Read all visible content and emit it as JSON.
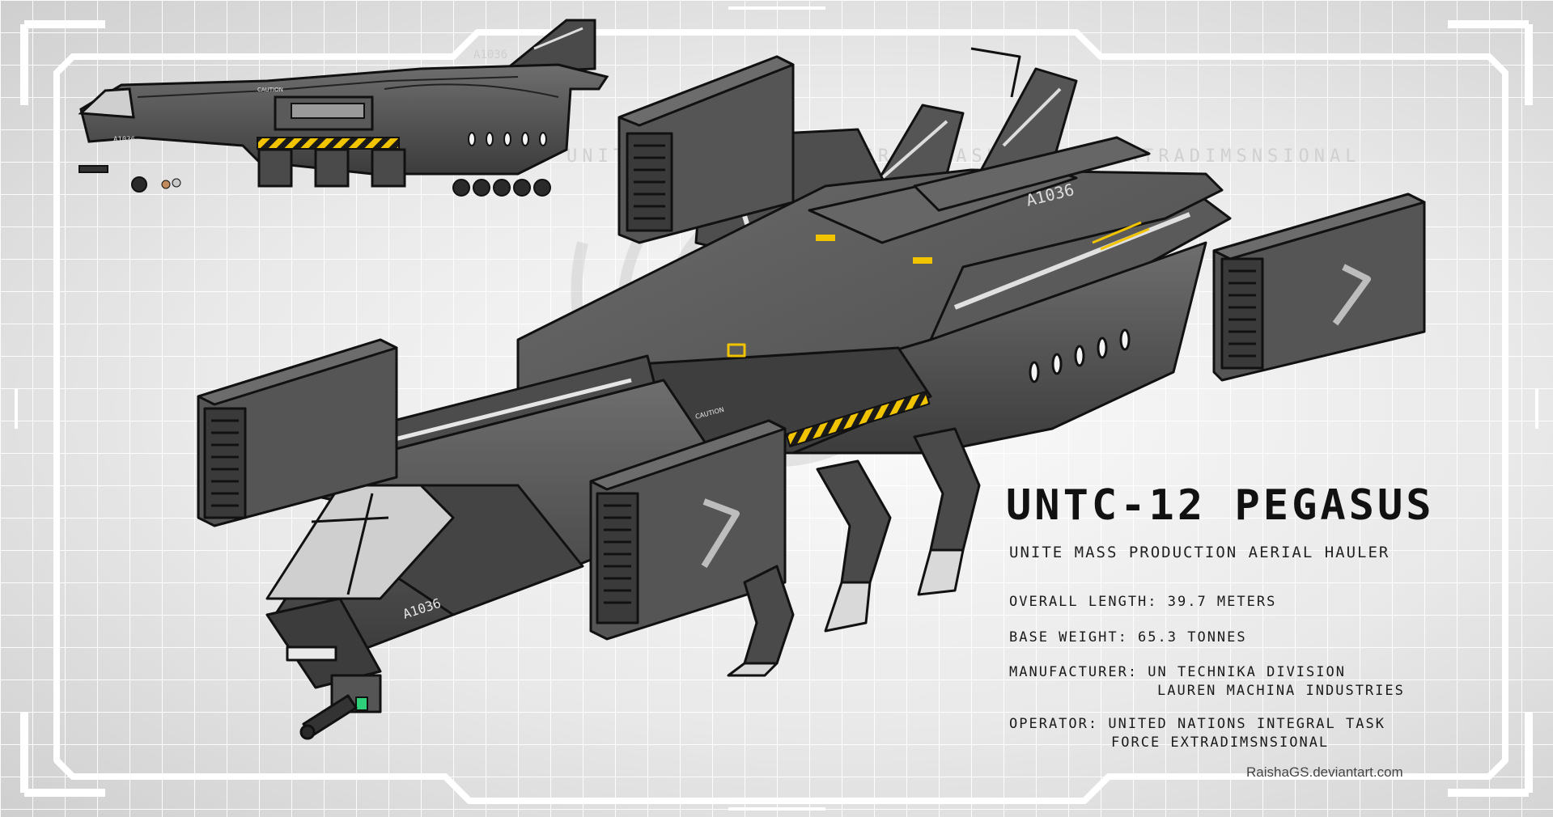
{
  "title": "UNTC-12 PEGASUS",
  "subtitle": "UNITE MASS PRODUCTION AERIAL HAULER",
  "specs": {
    "length": "OVERALL LENGTH: 39.7 METERS",
    "weight": "BASE WEIGHT: 65.3 TONNES",
    "manufacturer_1": "MANUFACTURER: UN TECHNIKA DIVISION",
    "manufacturer_2": "LAUREN MACHINA INDUSTRIES",
    "operator_1": "OPERATOR: UNITED NATIONS INTEGRAL TASK",
    "operator_2": "FORCE EXTRADIMSNSIONAL"
  },
  "hull_code": "A1036",
  "caution_label": "CAUTION",
  "background_text": "UNITED NATIONS INTEGRAL TASK FORCE EXTRADIMSNSIONAL",
  "credit": "RaishaGS.deviantart.com",
  "colors": {
    "hull_dark": "#3a3a3a",
    "hull_mid": "#5a5a5a",
    "hull_light": "#8a8a8a",
    "accent_yellow": "#f2c400",
    "frame": "#ffffff"
  }
}
